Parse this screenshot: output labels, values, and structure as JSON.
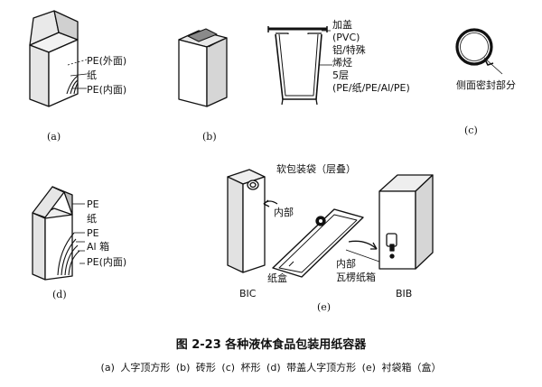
{
  "figure": {
    "a": {
      "sublabel": "(a)",
      "layers": [
        "PE(外面)",
        "纸",
        "PE(内面)"
      ]
    },
    "b": {
      "sublabel": "(b)"
    },
    "c": {
      "sublabel": "(c)",
      "lid": "加盖",
      "lid_material": "(PVC)",
      "foil": "铝/特殊",
      "foil2": "烯烃",
      "layers_count": "5层",
      "layers": "(PE/纸/PE/Al/PE)",
      "ring_label": "侧面密封部分"
    },
    "d": {
      "sublabel": "(d)",
      "layers": [
        "PE",
        "纸",
        "PE",
        "Al 箱",
        "PE(内面)"
      ]
    },
    "e": {
      "sublabel": "(e)",
      "bag_label": "软包装袋（层叠）",
      "inner_left": "内部",
      "carton": "纸盒",
      "bic": "BIC",
      "inner_right": "内部",
      "corrugated": "瓦楞纸箱",
      "bib": "BIB"
    }
  },
  "caption": {
    "title": "图 2-23   各种液体食品包装用纸容器",
    "list": "(a) 人字顶方形  (b) 砖形  (c) 杯形  (d) 带盖人字顶方形  (e) 衬袋箱（盒）"
  }
}
